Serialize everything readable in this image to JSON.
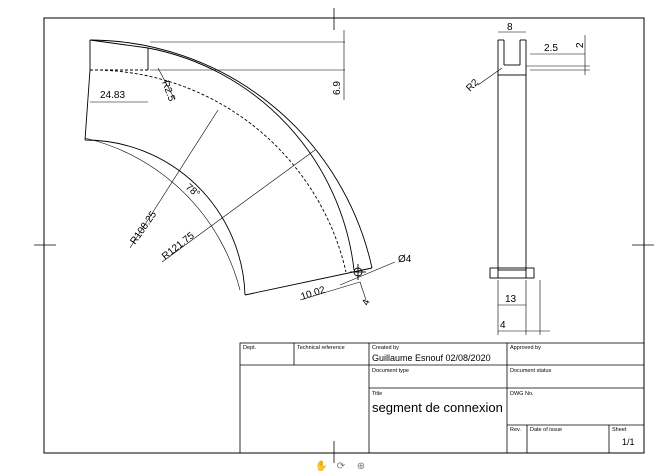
{
  "drawing": {
    "dimensions": {
      "left_view": {
        "length_24_83": "24.83",
        "radius_2_5": "R2.5",
        "offset_6_9": "6.9",
        "angle_78": "78°",
        "inner_radius": "R108.25",
        "outer_radius": "R121.75",
        "width_10_02": "10.02",
        "hole_diameter": "Ø4",
        "hole_offset": "4"
      },
      "right_view": {
        "width_8": "8",
        "depth_2_5": "2.5",
        "height_2": "2",
        "radius_2": "R2",
        "width_13": "13",
        "offset_4": "4"
      }
    }
  },
  "title_block": {
    "dept_label": "Dept.",
    "tech_ref_label": "Technical reference",
    "created_by_label": "Created by",
    "created_by_value": "Guillaume Esnouf  02/08/2020",
    "approved_by_label": "Approved by",
    "doc_type_label": "Document type",
    "doc_status_label": "Document status",
    "title_label": "Title",
    "title_value": "segment de connexion",
    "dwg_no_label": "DWG No.",
    "rev_label": "Rev.",
    "date_issue_label": "Date of issue",
    "sheet_label": "Sheet",
    "sheet_value": "1/1"
  },
  "toolbar": {
    "icons": [
      "hand-icon",
      "rotate-icon",
      "zoom-icon"
    ]
  }
}
